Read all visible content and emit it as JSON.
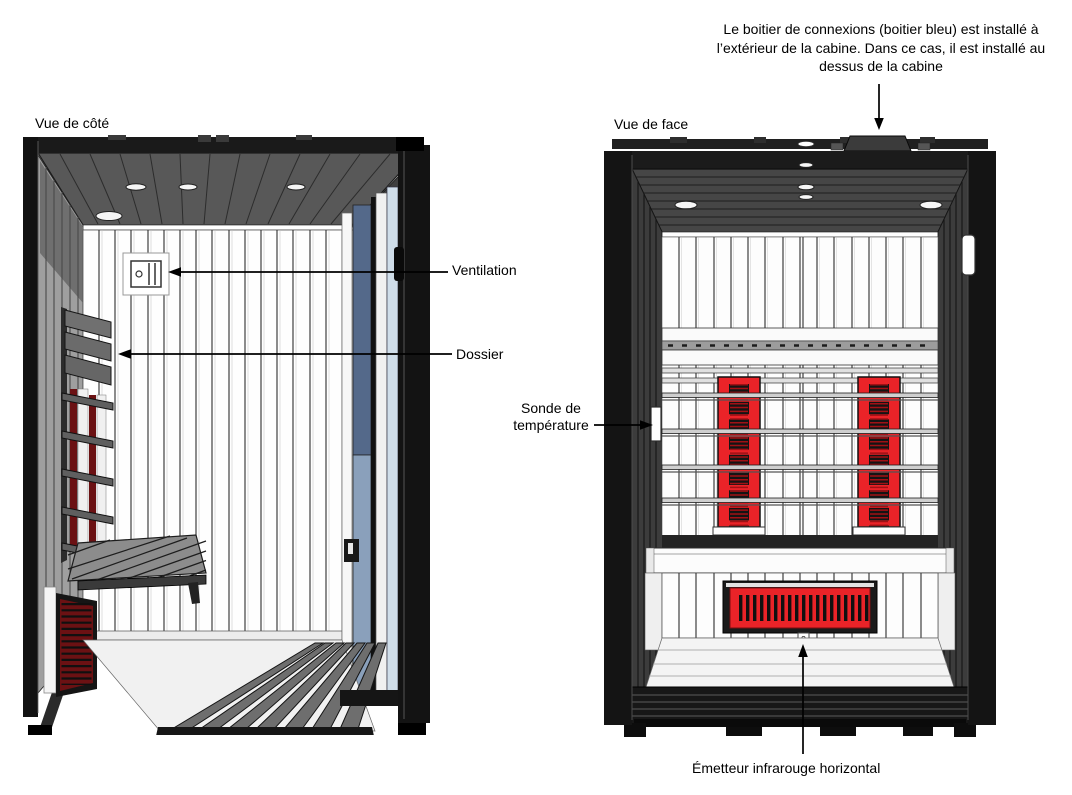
{
  "labels": {
    "side_view_title": "Vue de côté",
    "front_view_title": "Vue de face",
    "ventilation": "Ventilation",
    "dossier": "Dossier",
    "sonde_line1": "Sonde de",
    "sonde_line2": "température",
    "emetteur": "Émetteur infrarouge horizontal",
    "note_line1": "Le boitier de connexions (boitier bleu) est installé à",
    "note_line2": "l’extérieur de la cabine. Dans ce cas, il est installé au",
    "note_line3": "dessus de la cabine"
  },
  "colors": {
    "background": "#ffffff",
    "emitter_red": "#ea2328",
    "emitter_dark_red": "#6b1113",
    "glass_blue": "#54698a",
    "glass_blue_light": "#8aa0bb",
    "glass_pale": "#cfdde9",
    "ceiling_gray_side": "#585858",
    "ceiling_gray_front": "#464646",
    "frame_black": "#141414"
  }
}
